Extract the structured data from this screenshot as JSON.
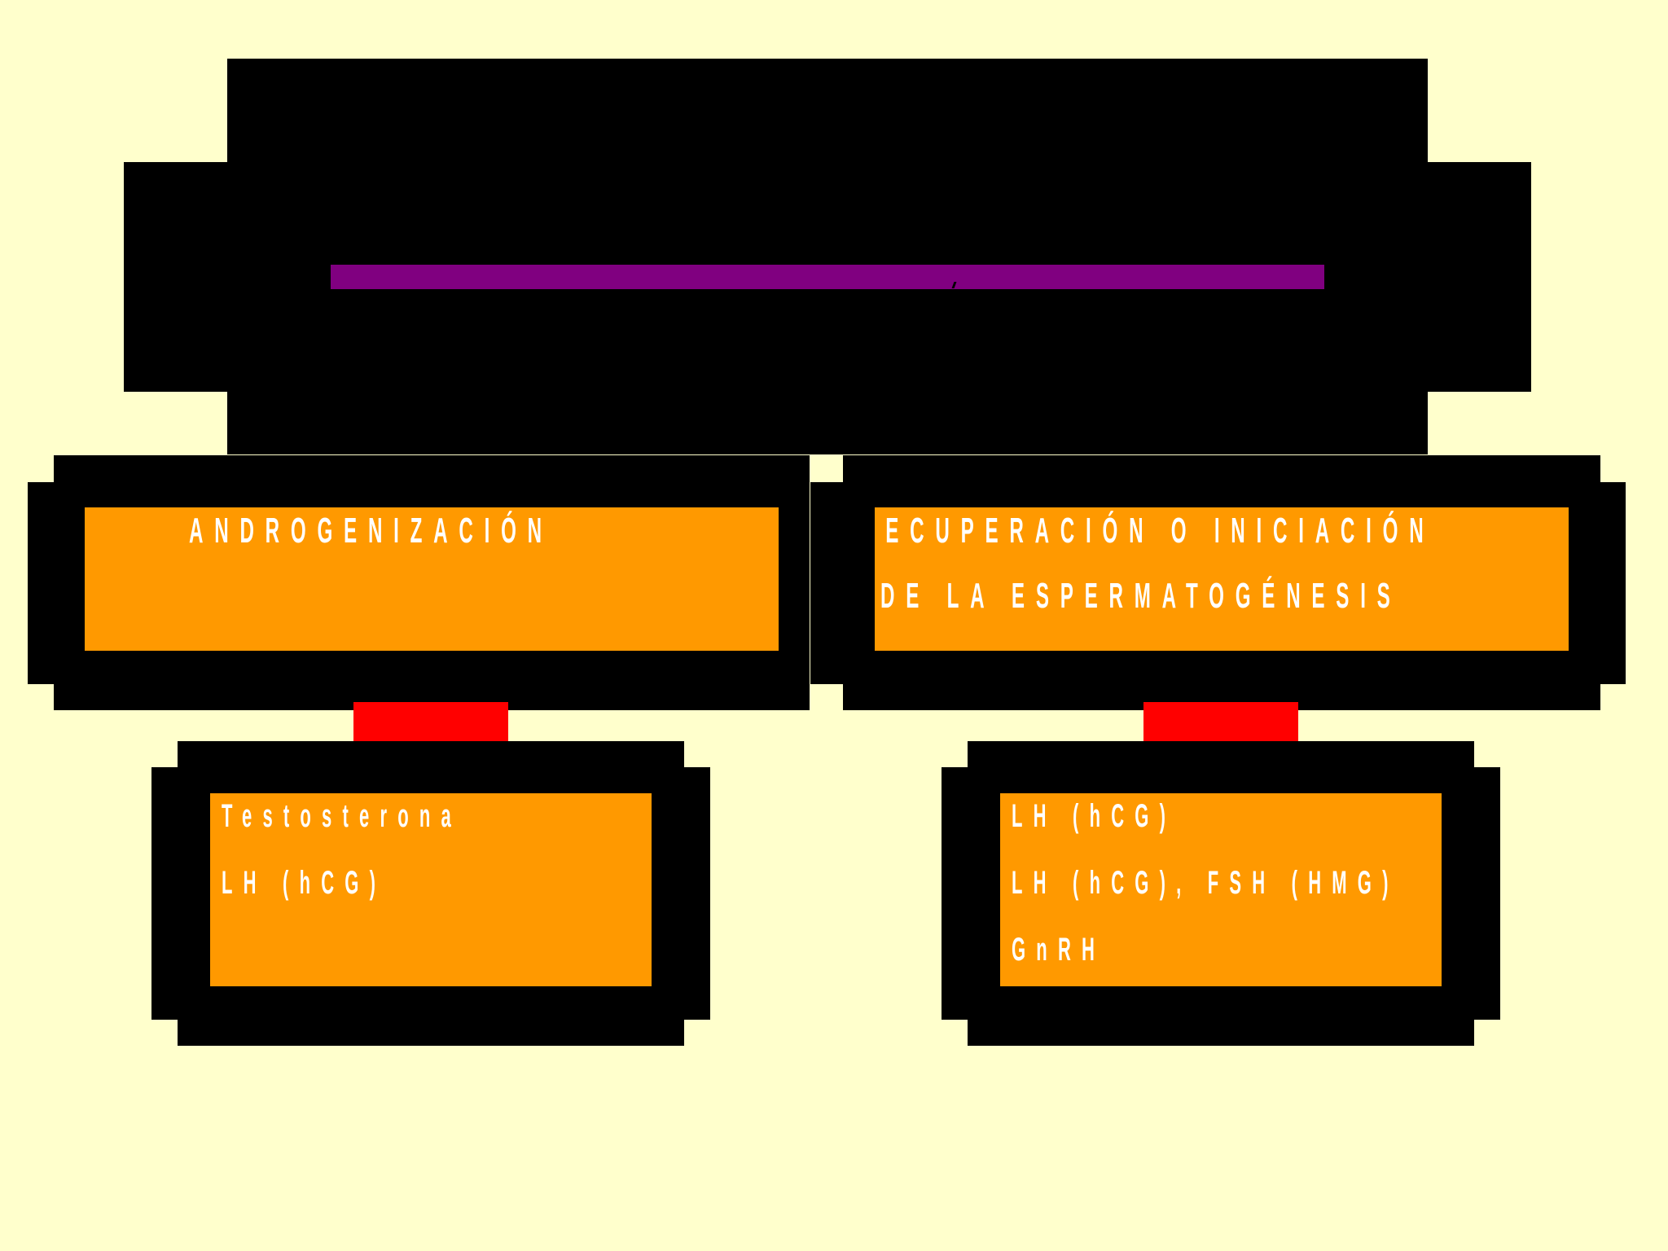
{
  "diagram": {
    "branches": [
      {
        "heading_lines": [
          "ANDROGENIZACIÓN"
        ],
        "items": [
          "Testosterona",
          "LH (hCG)"
        ]
      },
      {
        "heading_lines": [
          "RECUPERACIÓN O INICIACIÓN",
          "DE LA ESPERMATOGÉNESIS"
        ],
        "items": [
          "LH (hCG)",
          "LH (hCG), FSH (HMG)",
          "GnRH"
        ]
      }
    ]
  },
  "colors": {
    "background": "#ffffcc",
    "box_border": "#000000",
    "box_fill": "#ff9900",
    "connector": "#ff0000",
    "title_bar": "#800080",
    "text": "#ffffff"
  }
}
